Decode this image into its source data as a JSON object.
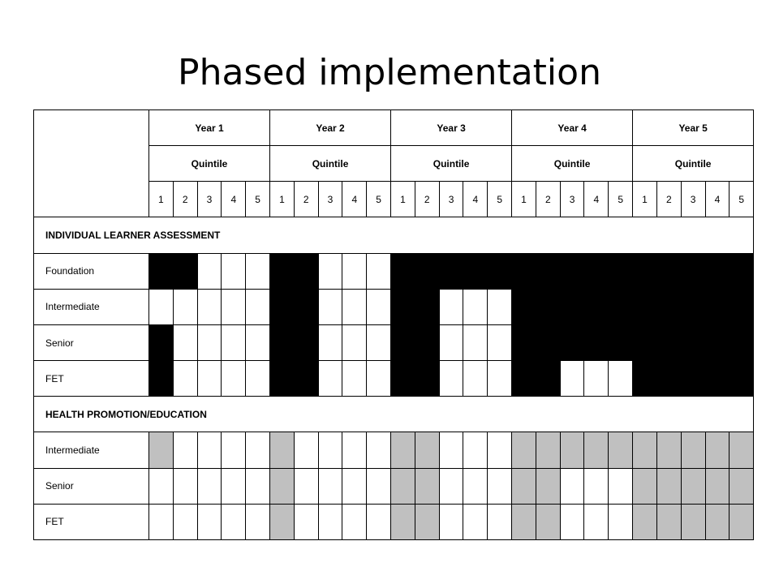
{
  "title": "Phased implementation",
  "years": [
    "Year 1",
    "Year 2",
    "Year 3",
    "Year 4",
    "Year 5"
  ],
  "quintile_label": "Quintile",
  "quintile_numbers": [
    "1",
    "2",
    "3",
    "4",
    "5"
  ],
  "colors": {
    "filled_assessment": "#000000",
    "filled_health": "#c0c0c0",
    "empty": "#ffffff"
  },
  "sections": [
    {
      "title": "INDIVIDUAL LEARNER ASSESSMENT",
      "fill_color": "#000000",
      "rows": [
        {
          "label": "Foundation",
          "cells": [
            1,
            1,
            0,
            0,
            0,
            1,
            1,
            0,
            0,
            0,
            1,
            1,
            1,
            1,
            1,
            1,
            1,
            1,
            1,
            1,
            1,
            1,
            1,
            1,
            1
          ]
        },
        {
          "label": "Intermediate",
          "cells": [
            0,
            0,
            0,
            0,
            0,
            1,
            1,
            0,
            0,
            0,
            1,
            1,
            0,
            0,
            0,
            1,
            1,
            1,
            1,
            1,
            1,
            1,
            1,
            1,
            1
          ]
        },
        {
          "label": "Senior",
          "cells": [
            1,
            0,
            0,
            0,
            0,
            1,
            1,
            0,
            0,
            0,
            1,
            1,
            0,
            0,
            0,
            1,
            1,
            1,
            1,
            1,
            1,
            1,
            1,
            1,
            1
          ]
        },
        {
          "label": "FET",
          "cells": [
            1,
            0,
            0,
            0,
            0,
            1,
            1,
            0,
            0,
            0,
            1,
            1,
            0,
            0,
            0,
            1,
            1,
            0,
            0,
            0,
            1,
            1,
            1,
            1,
            1
          ]
        }
      ]
    },
    {
      "title": "HEALTH PROMOTION/EDUCATION",
      "fill_color": "#c0c0c0",
      "rows": [
        {
          "label": "Intermediate",
          "cells": [
            1,
            0,
            0,
            0,
            0,
            1,
            0,
            0,
            0,
            0,
            1,
            1,
            0,
            0,
            0,
            1,
            1,
            1,
            1,
            1,
            1,
            1,
            1,
            1,
            1
          ]
        },
        {
          "label": "Senior",
          "cells": [
            0,
            0,
            0,
            0,
            0,
            1,
            0,
            0,
            0,
            0,
            1,
            1,
            0,
            0,
            0,
            1,
            1,
            0,
            0,
            0,
            1,
            1,
            1,
            1,
            1
          ]
        },
        {
          "label": "FET",
          "cells": [
            0,
            0,
            0,
            0,
            0,
            1,
            0,
            0,
            0,
            0,
            1,
            1,
            0,
            0,
            0,
            1,
            1,
            0,
            0,
            0,
            1,
            1,
            1,
            1,
            1
          ]
        }
      ]
    }
  ]
}
